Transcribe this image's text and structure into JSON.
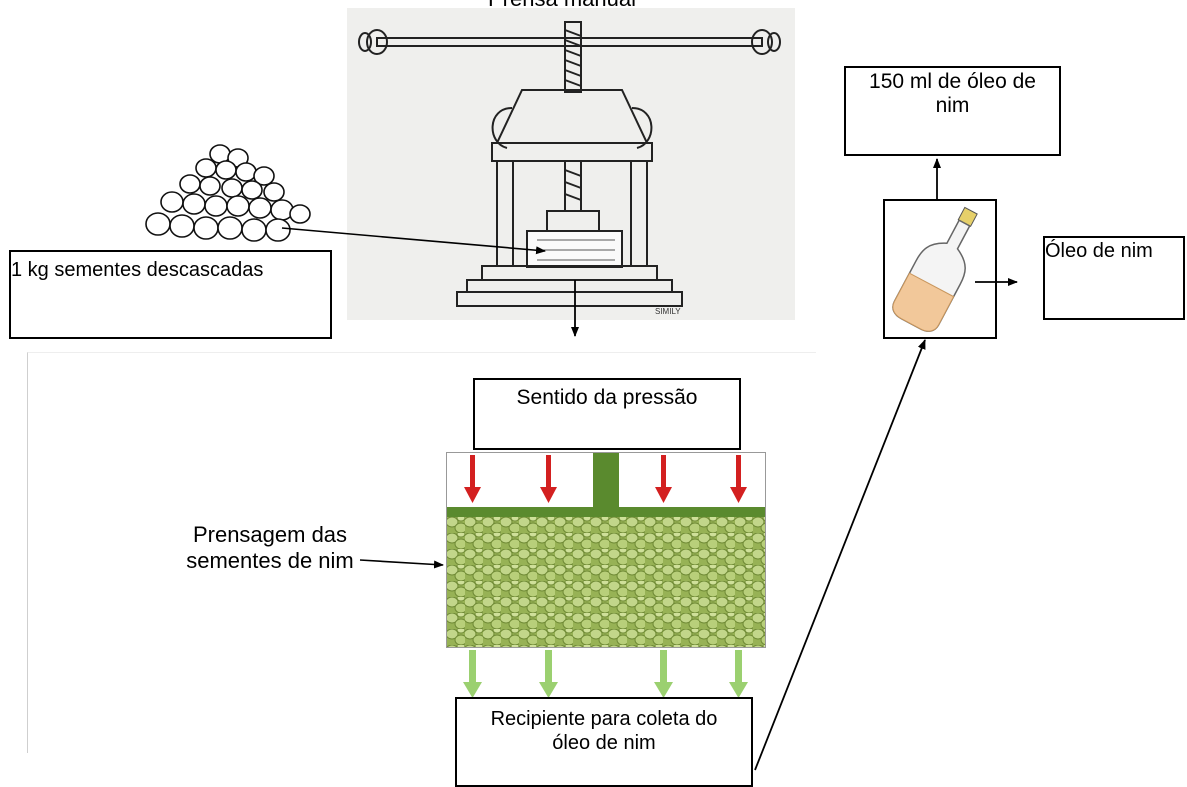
{
  "title": "Prensa manual",
  "seeds_label": "1 kg sementes descascadas",
  "pressure_label": "Sentido da pressão",
  "pressing_label_line1": "Prensagem das",
  "pressing_label_line2": "sementes de nim",
  "container_label_line1": "Recipiente para coleta do",
  "container_label_line2": "óleo de nim",
  "yield_label_line1": "150 ml de óleo de",
  "yield_label_line2": "nim",
  "oil_label": "Óleo de nim",
  "sketch_signature": "SIMILY",
  "colors": {
    "pressure_arrow": "#d32020",
    "press_plate": "#5a8a2e",
    "seeds": "#a9c26a",
    "oil_arrow": "#9bd070",
    "oil": "#f2c89a"
  }
}
